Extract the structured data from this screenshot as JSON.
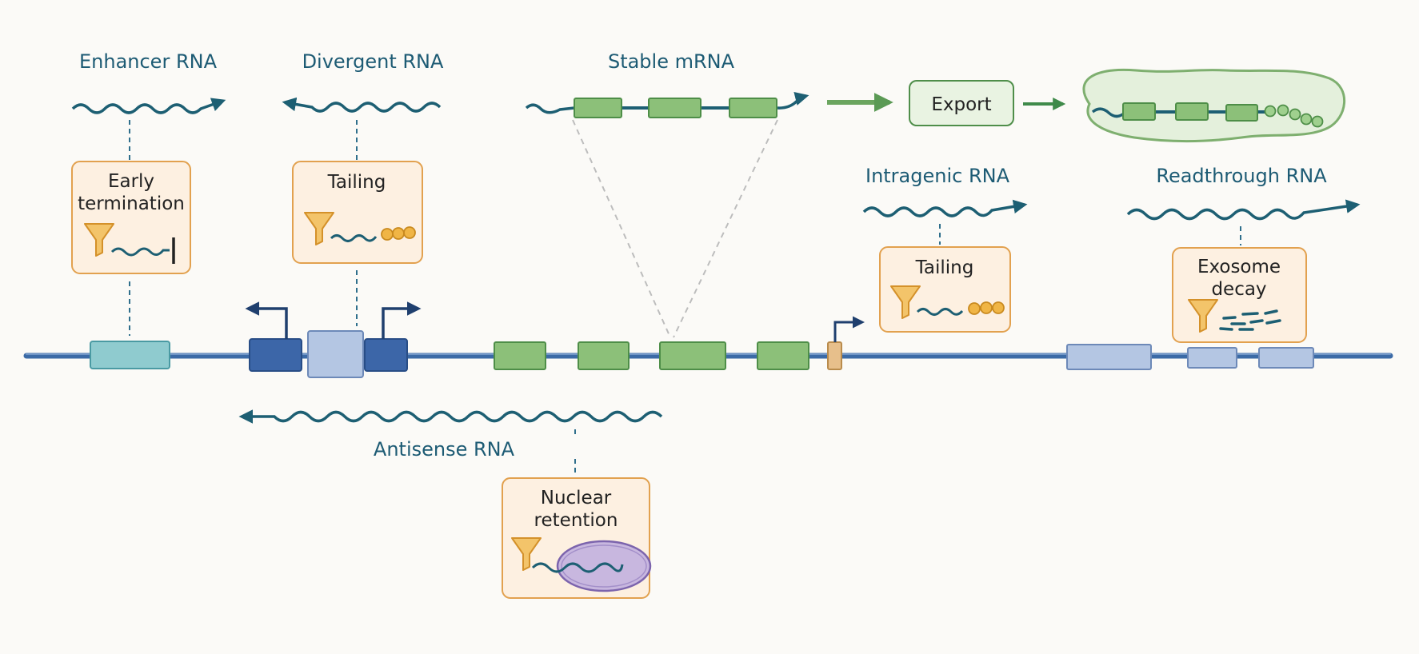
{
  "rna_types": {
    "enhancer": "Enhancer RNA",
    "divergent": "Divergent RNA",
    "stable": "Stable mRNA",
    "intragenic": "Intragenic RNA",
    "readthrough": "Readthrough RNA",
    "antisense": "Antisense RNA"
  },
  "fates": {
    "early_termination": [
      "Early",
      "termination"
    ],
    "tailing_divergent": "Tailing",
    "tailing_intragenic": "Tailing",
    "exosome_decay": [
      "Exosome",
      "decay"
    ],
    "nuclear_retention": [
      "Nuclear",
      "retention"
    ],
    "export": "Export"
  },
  "colors": {
    "background": "#fbfaf7",
    "rna_wave": "#1d5f73",
    "label_text": "#1d5b74",
    "dna_line": "#3b6aa6",
    "promoter": "#3c66a8",
    "exon": "#8cc079",
    "enhancer_region": "#8fcbcf",
    "fate_box_border": "#e2a14f",
    "fate_box_fill": "#fdf0e1",
    "filter": "#e6a83c",
    "tail_bead": "#e9a732",
    "export_arrow": "#5b9a55",
    "cytoplasm": "#e4f0dc",
    "nucleus": "#b7a1d3"
  },
  "icons": {
    "filter": "funnel-icon",
    "tail": "polya-tail-icon",
    "termination": "termination-bar-icon",
    "decay": "rna-fragments-icon",
    "retention": "nuclear-compartment-icon",
    "tss": "transcription-start-arrow-icon"
  }
}
